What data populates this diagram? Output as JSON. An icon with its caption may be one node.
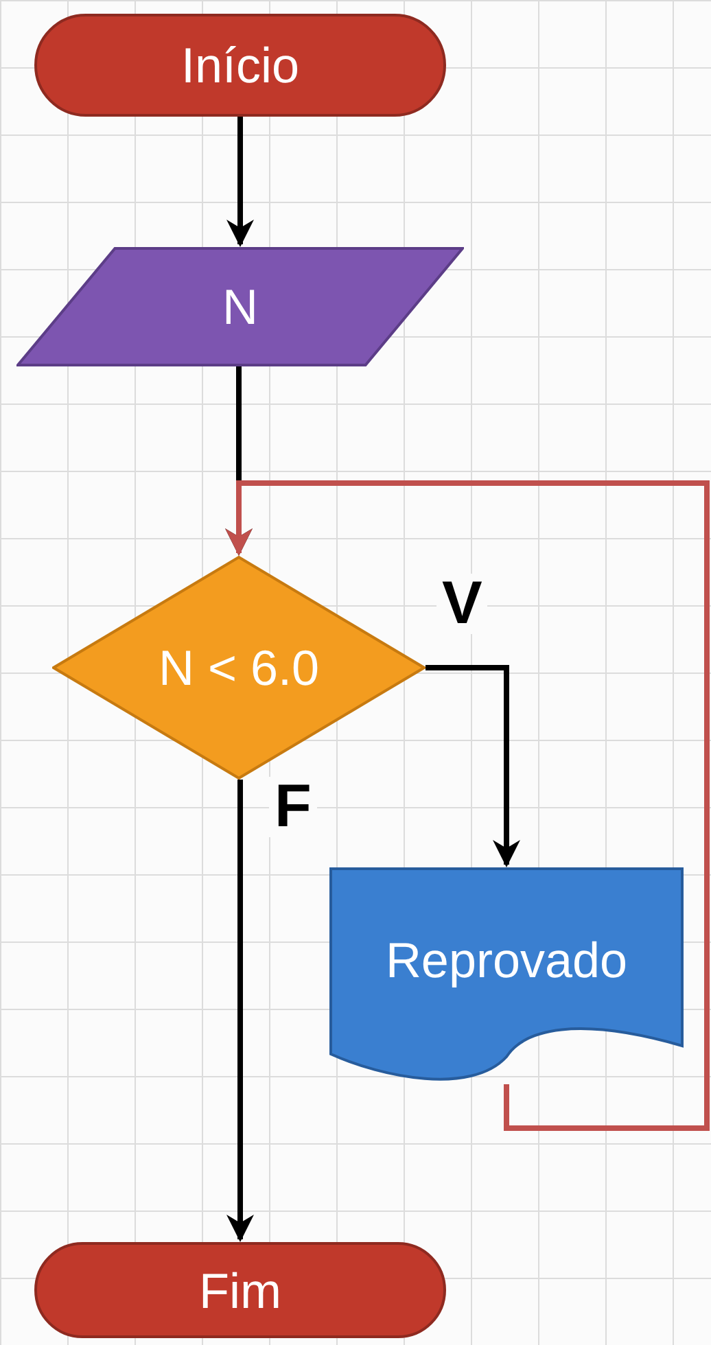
{
  "diagram": {
    "nodes": [
      {
        "text": [
          "Início"
        ]
      },
      {
        "text": [
          "N"
        ]
      },
      {
        "text": [
          "N < 6.0"
        ]
      },
      {
        "text": [
          "Reprovado"
        ]
      },
      {
        "text": [
          "Fim"
        ]
      }
    ],
    "edges": [
      {
        "from": 0,
        "to": 1,
        "arrow": "to"
      },
      {
        "from": 1,
        "to": 2,
        "arrow": "to"
      },
      {
        "from": 2,
        "to": 3,
        "arrow": "to",
        "label": "V"
      },
      {
        "from": 2,
        "to": 4,
        "arrow": "to",
        "label": "F"
      },
      {
        "from": 3,
        "to": 2,
        "arrow": "to",
        "color": "#c0504d"
      }
    ]
  }
}
